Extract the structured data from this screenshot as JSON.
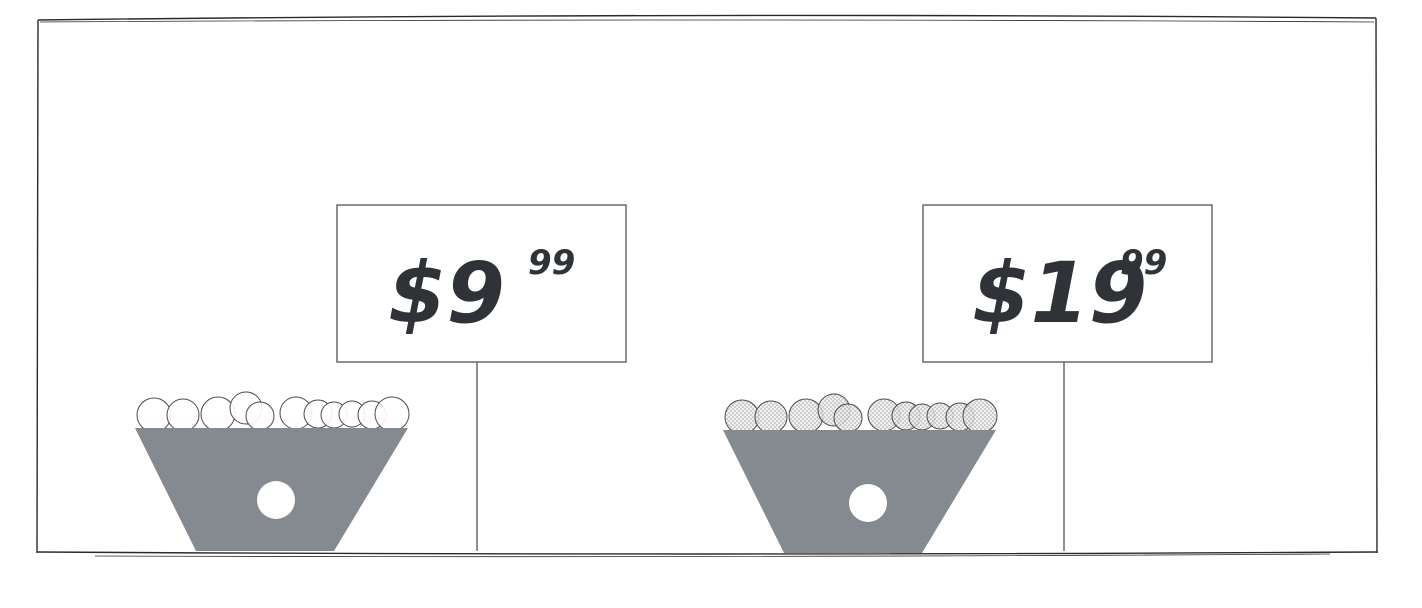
{
  "colors": {
    "frame_stroke": "#2b2b2b",
    "basket_fill": "#858a90",
    "sign_stroke": "#555555",
    "price_text": "#2f3236",
    "item_fill_plain": "#ffffff",
    "item_fill_dotted": "#d9d9d9"
  },
  "stalls": [
    {
      "sign": {
        "dollars": "$9",
        "cents": "99"
      },
      "basket_items_style": "plain"
    },
    {
      "sign": {
        "dollars": "$19",
        "cents": "99"
      },
      "basket_items_style": "dotted"
    }
  ]
}
